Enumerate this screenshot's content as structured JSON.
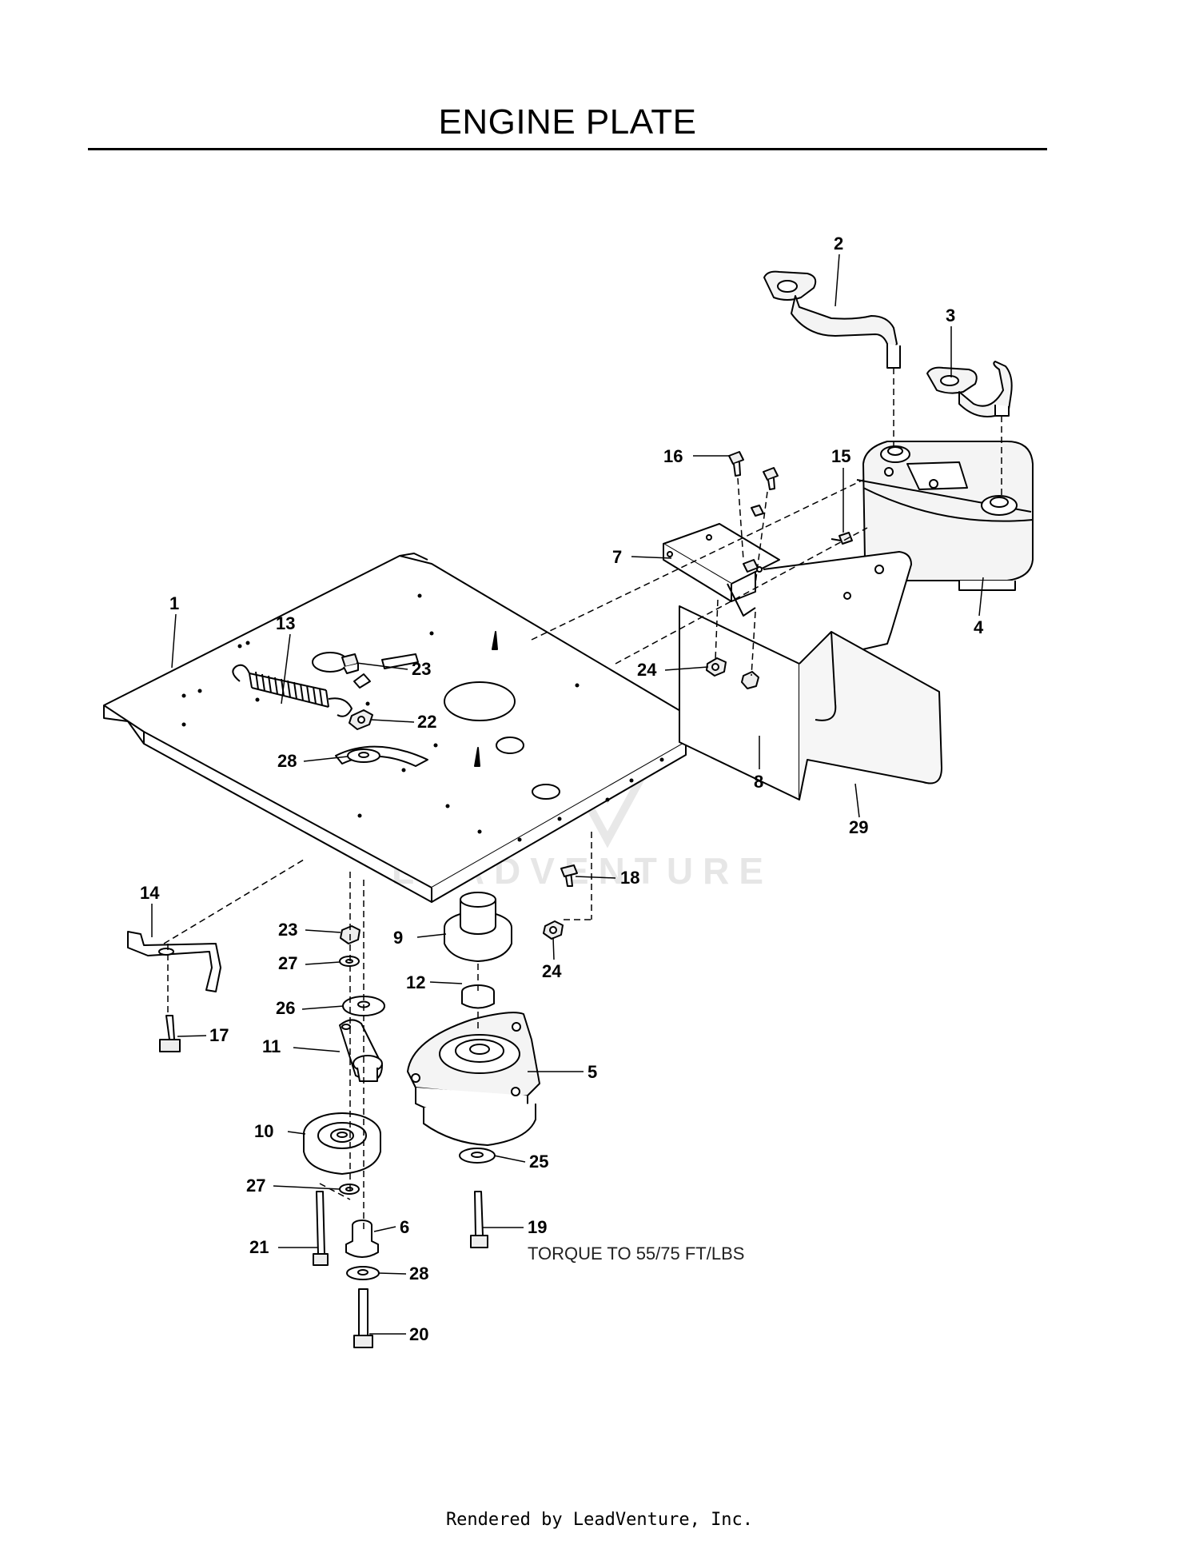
{
  "title": "ENGINE PLATE",
  "note": "TORQUE TO 55/75 FT/LBS",
  "footer": "Rendered by LeadVenture, Inc.",
  "watermark": "LEADVENTURE",
  "colors": {
    "line": "#000000",
    "watermark": "#e6e6e6",
    "part_fill": "#f4f4f4"
  },
  "callouts": [
    {
      "id": "c1",
      "label": "1"
    },
    {
      "id": "c2",
      "label": "2"
    },
    {
      "id": "c3",
      "label": "3"
    },
    {
      "id": "c4",
      "label": "4"
    },
    {
      "id": "c5",
      "label": "5"
    },
    {
      "id": "c6",
      "label": "6"
    },
    {
      "id": "c7",
      "label": "7"
    },
    {
      "id": "c8",
      "label": "8"
    },
    {
      "id": "c9",
      "label": "9"
    },
    {
      "id": "c10",
      "label": "10"
    },
    {
      "id": "c11",
      "label": "11"
    },
    {
      "id": "c12",
      "label": "12"
    },
    {
      "id": "c13",
      "label": "13"
    },
    {
      "id": "c14",
      "label": "14"
    },
    {
      "id": "c15",
      "label": "15"
    },
    {
      "id": "c16",
      "label": "16"
    },
    {
      "id": "c17",
      "label": "17"
    },
    {
      "id": "c18",
      "label": "18"
    },
    {
      "id": "c19",
      "label": "19"
    },
    {
      "id": "c20",
      "label": "20"
    },
    {
      "id": "c21",
      "label": "21"
    },
    {
      "id": "c22",
      "label": "22"
    },
    {
      "id": "c23a",
      "label": "23"
    },
    {
      "id": "c23b",
      "label": "23"
    },
    {
      "id": "c24a",
      "label": "24"
    },
    {
      "id": "c24b",
      "label": "24"
    },
    {
      "id": "c25",
      "label": "25"
    },
    {
      "id": "c26",
      "label": "26"
    },
    {
      "id": "c27a",
      "label": "27"
    },
    {
      "id": "c27b",
      "label": "27"
    },
    {
      "id": "c28a",
      "label": "28"
    },
    {
      "id": "c28b",
      "label": "28"
    },
    {
      "id": "c29",
      "label": "29"
    }
  ]
}
